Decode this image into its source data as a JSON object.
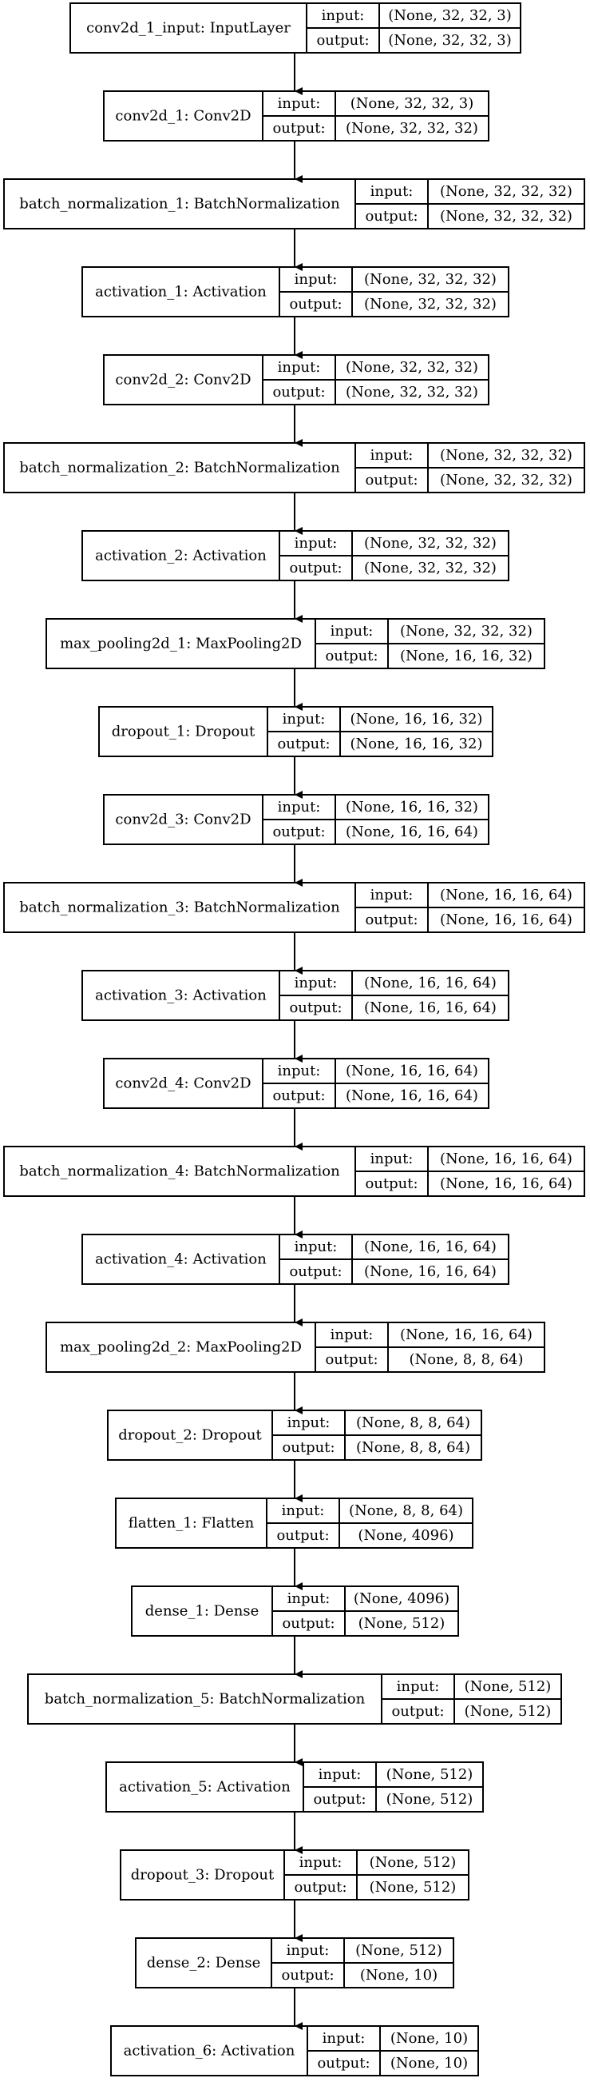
{
  "layers": [
    {
      "name": "conv2d_1_input: InputLayer",
      "in_label": "input:",
      "input": "(None, 32, 32, 3)",
      "out_label": "output:",
      "output": "(None, 32, 32, 3)"
    },
    {
      "name": "conv2d_1: Conv2D",
      "in_label": "input:",
      "input": "(None, 32, 32, 3)",
      "out_label": "output:",
      "output": "(None, 32, 32, 32)"
    },
    {
      "name": "batch_normalization_1: BatchNormalization",
      "in_label": "input:",
      "input": "(None, 32, 32, 32)",
      "out_label": "output:",
      "output": "(None, 32, 32, 32)"
    },
    {
      "name": "activation_1: Activation",
      "in_label": "input:",
      "input": "(None, 32, 32, 32)",
      "out_label": "output:",
      "output": "(None, 32, 32, 32)"
    },
    {
      "name": "conv2d_2: Conv2D",
      "in_label": "input:",
      "input": "(None, 32, 32, 32)",
      "out_label": "output:",
      "output": "(None, 32, 32, 32)"
    },
    {
      "name": "batch_normalization_2: BatchNormalization",
      "in_label": "input:",
      "input": "(None, 32, 32, 32)",
      "out_label": "output:",
      "output": "(None, 32, 32, 32)"
    },
    {
      "name": "activation_2: Activation",
      "in_label": "input:",
      "input": "(None, 32, 32, 32)",
      "out_label": "output:",
      "output": "(None, 32, 32, 32)"
    },
    {
      "name": "max_pooling2d_1: MaxPooling2D",
      "in_label": "input:",
      "input": "(None, 32, 32, 32)",
      "out_label": "output:",
      "output": "(None, 16, 16, 32)"
    },
    {
      "name": "dropout_1: Dropout",
      "in_label": "input:",
      "input": "(None, 16, 16, 32)",
      "out_label": "output:",
      "output": "(None, 16, 16, 32)"
    },
    {
      "name": "conv2d_3: Conv2D",
      "in_label": "input:",
      "input": "(None, 16, 16, 32)",
      "out_label": "output:",
      "output": "(None, 16, 16, 64)"
    },
    {
      "name": "batch_normalization_3: BatchNormalization",
      "in_label": "input:",
      "input": "(None, 16, 16, 64)",
      "out_label": "output:",
      "output": "(None, 16, 16, 64)"
    },
    {
      "name": "activation_3: Activation",
      "in_label": "input:",
      "input": "(None, 16, 16, 64)",
      "out_label": "output:",
      "output": "(None, 16, 16, 64)"
    },
    {
      "name": "conv2d_4: Conv2D",
      "in_label": "input:",
      "input": "(None, 16, 16, 64)",
      "out_label": "output:",
      "output": "(None, 16, 16, 64)"
    },
    {
      "name": "batch_normalization_4: BatchNormalization",
      "in_label": "input:",
      "input": "(None, 16, 16, 64)",
      "out_label": "output:",
      "output": "(None, 16, 16, 64)"
    },
    {
      "name": "activation_4: Activation",
      "in_label": "input:",
      "input": "(None, 16, 16, 64)",
      "out_label": "output:",
      "output": "(None, 16, 16, 64)"
    },
    {
      "name": "max_pooling2d_2: MaxPooling2D",
      "in_label": "input:",
      "input": "(None, 16, 16, 64)",
      "out_label": "output:",
      "output": "(None, 8, 8, 64)"
    },
    {
      "name": "dropout_2: Dropout",
      "in_label": "input:",
      "input": "(None, 8, 8, 64)",
      "out_label": "output:",
      "output": "(None, 8, 8, 64)"
    },
    {
      "name": "flatten_1: Flatten",
      "in_label": "input:",
      "input": "(None, 8, 8, 64)",
      "out_label": "output:",
      "output": "(None, 4096)"
    },
    {
      "name": "dense_1: Dense",
      "in_label": "input:",
      "input": "(None, 4096)",
      "out_label": "output:",
      "output": "(None, 512)"
    },
    {
      "name": "batch_normalization_5: BatchNormalization",
      "in_label": "input:",
      "input": "(None, 512)",
      "out_label": "output:",
      "output": "(None, 512)"
    },
    {
      "name": "activation_5: Activation",
      "in_label": "input:",
      "input": "(None, 512)",
      "out_label": "output:",
      "output": "(None, 512)"
    },
    {
      "name": "dropout_3: Dropout",
      "in_label": "input:",
      "input": "(None, 512)",
      "out_label": "output:",
      "output": "(None, 512)"
    },
    {
      "name": "dense_2: Dense",
      "in_label": "input:",
      "input": "(None, 512)",
      "out_label": "output:",
      "output": "(None, 10)"
    },
    {
      "name": "activation_6: Activation",
      "in_label": "input:",
      "input": "(None, 10)",
      "out_label": "output:",
      "output": "(None, 10)"
    }
  ],
  "colors": {
    "stroke": "#000000",
    "background": "#ffffff",
    "text": "#000000"
  }
}
